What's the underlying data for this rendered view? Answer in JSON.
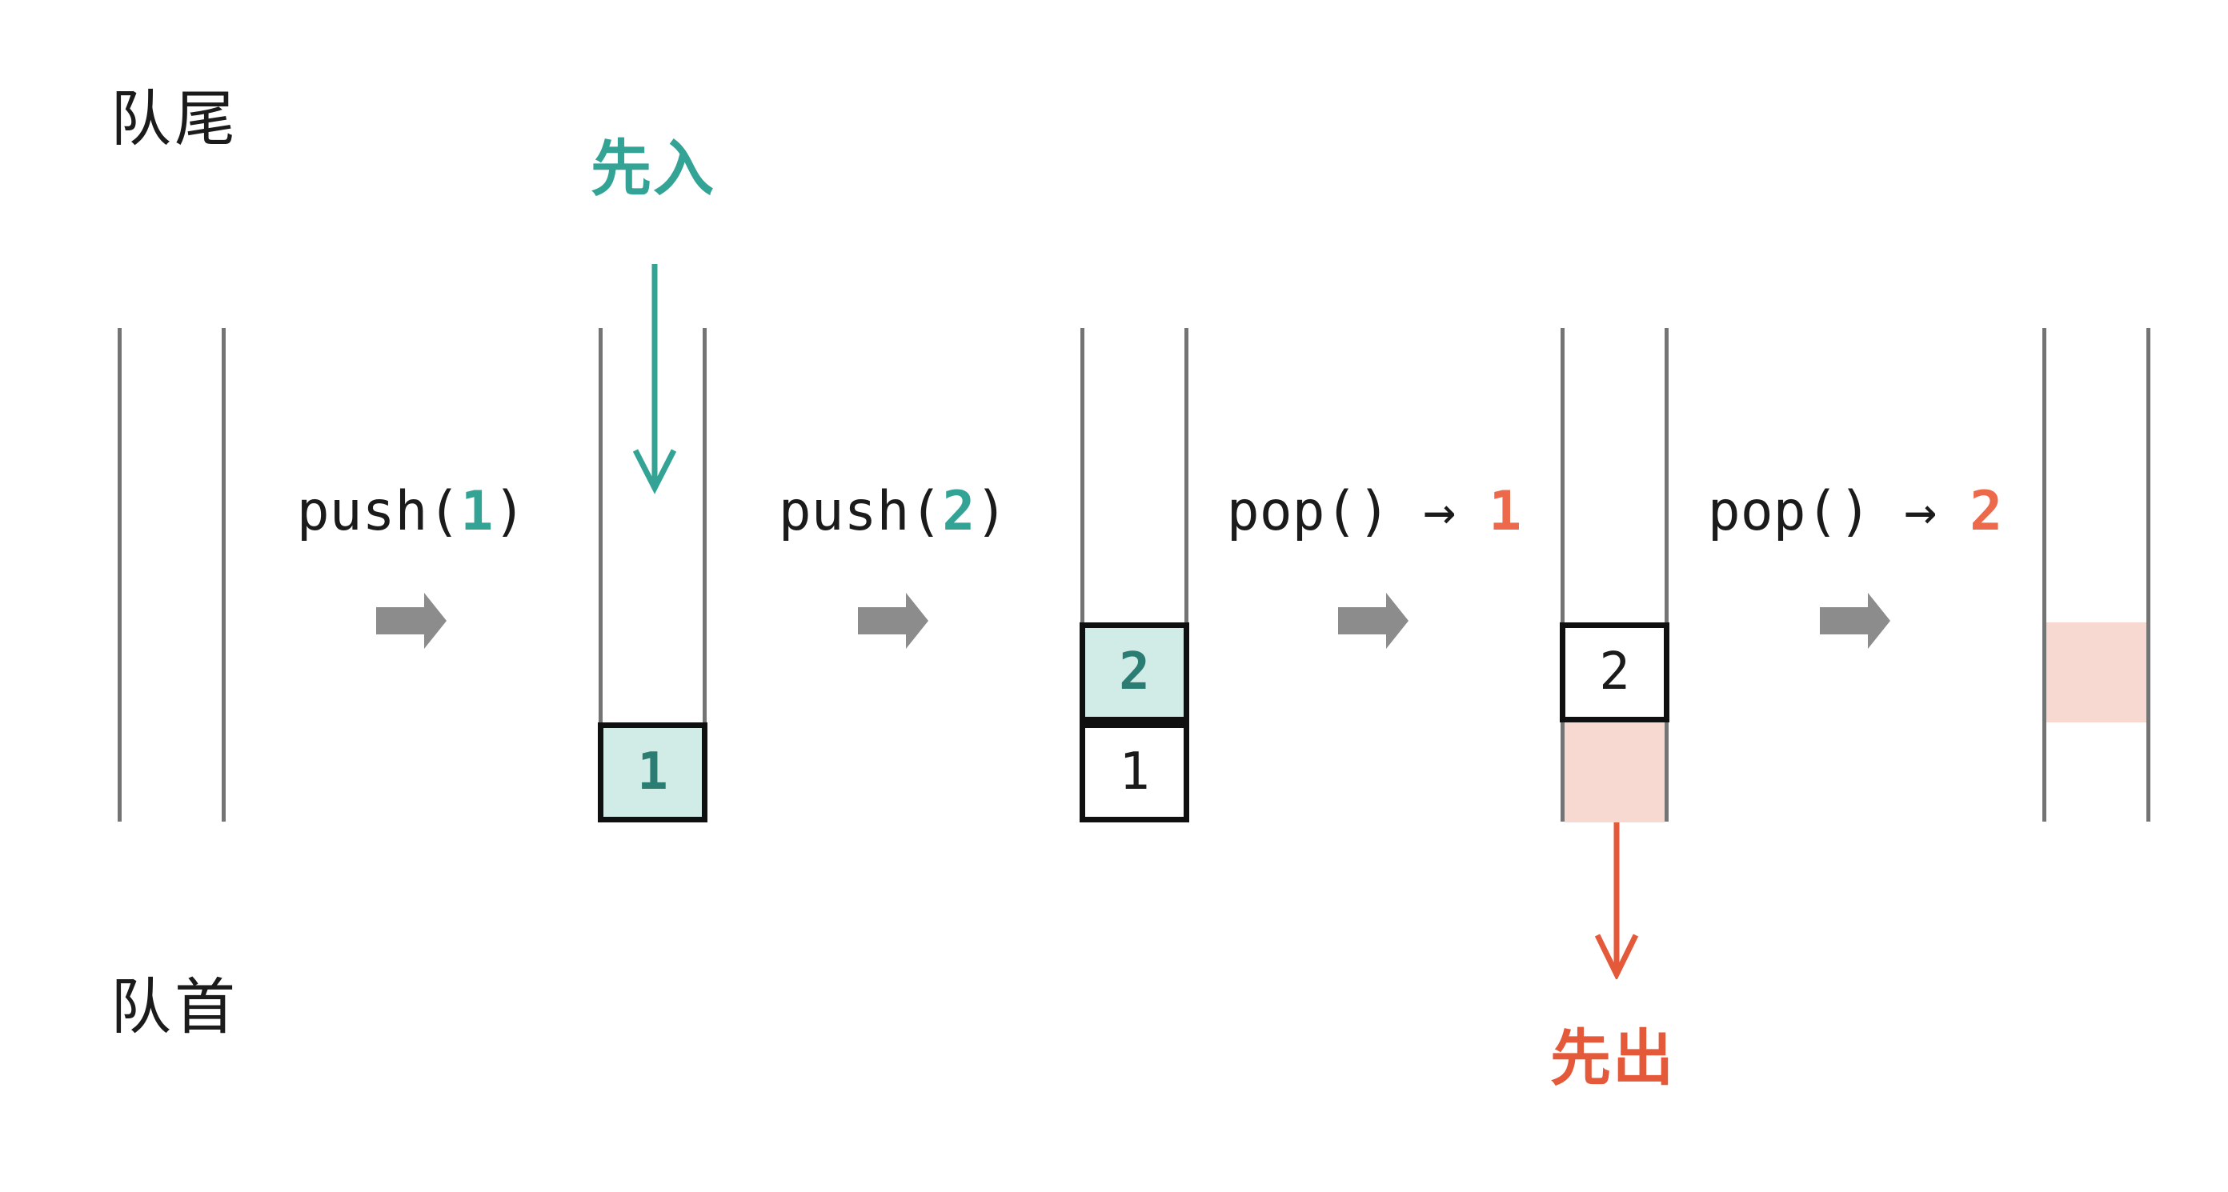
{
  "diagram": {
    "labels": {
      "queue_tail": "队尾",
      "queue_front": "队首",
      "first_in": "先入",
      "first_out": "先出"
    },
    "operations": [
      {
        "prefix": "push(",
        "arg": "1",
        "suffix": ")"
      },
      {
        "prefix": "push(",
        "arg": "2",
        "suffix": ")"
      },
      {
        "prefix": "pop()",
        "arrow": " → ",
        "result": "1"
      },
      {
        "prefix": "pop()",
        "arrow": " → ",
        "result": "2"
      }
    ],
    "containers": [
      {
        "cells": []
      },
      {
        "cells": [
          {
            "value": "1",
            "variant": "teal"
          }
        ]
      },
      {
        "cells": [
          {
            "value": "2",
            "variant": "teal"
          },
          {
            "value": "1",
            "variant": "white"
          }
        ]
      },
      {
        "cells": [
          {
            "value": "2",
            "variant": "white"
          },
          {
            "value": "",
            "variant": "pink"
          }
        ]
      },
      {
        "cells": [
          {
            "value": "",
            "variant": "pink"
          }
        ]
      }
    ],
    "colors": {
      "accent_teal": "#33a396",
      "teal_cell_fill": "#d1ebe6",
      "teal_cell_text": "#2b7d73",
      "accent_orange": "#e4593a",
      "orange_result_text": "#ec6a4b",
      "pink_cell_fill": "#f8d9d2",
      "step_arrow_gray": "#8c8c8c",
      "container_wall_gray": "#747474",
      "text_black": "#1b1b1b",
      "cell_border": "#101010",
      "background": "#ffffff"
    }
  }
}
